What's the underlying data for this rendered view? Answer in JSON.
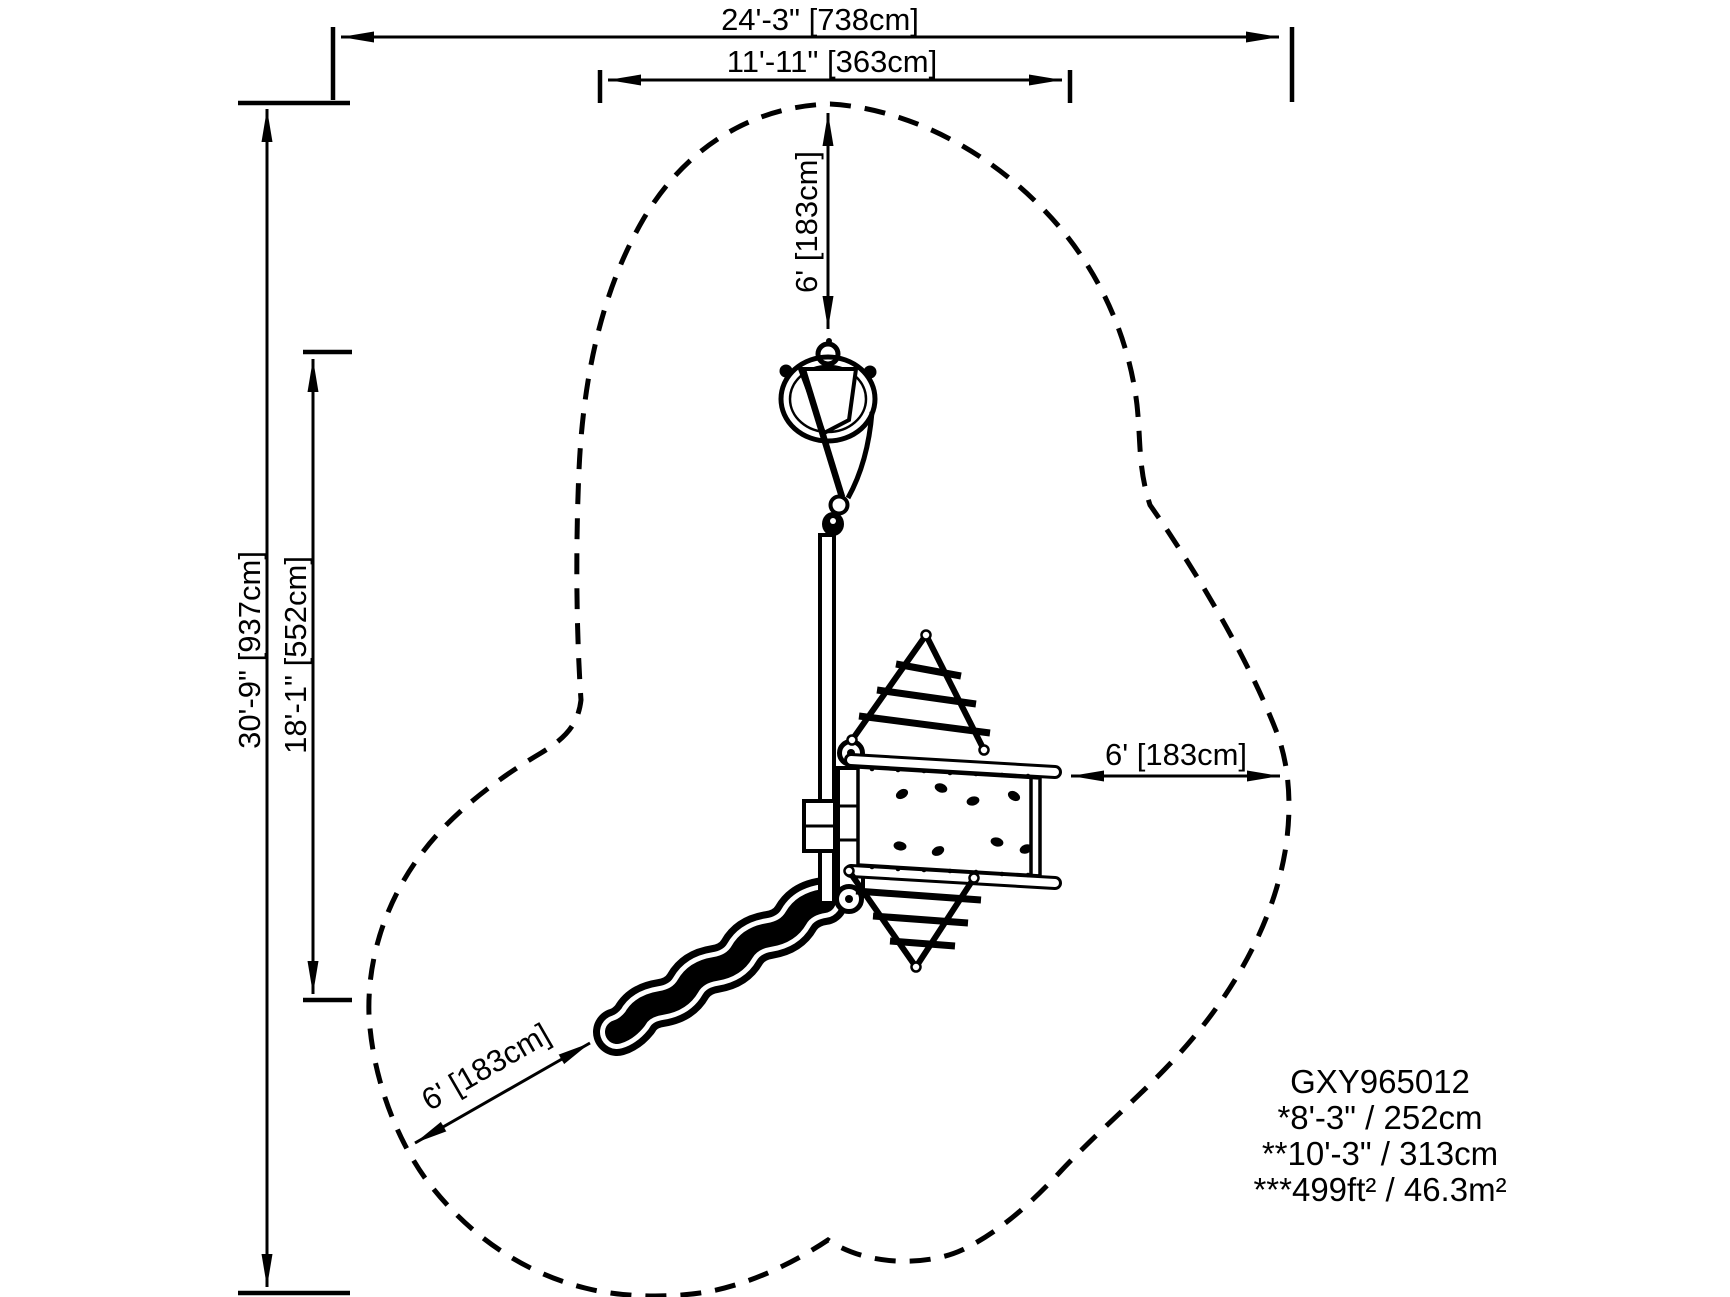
{
  "page": {
    "background": "#ffffff",
    "line_color": "#000000"
  },
  "dimensions": {
    "overall_width": {
      "label": "24'-3\" [738cm]"
    },
    "platform_width": {
      "label": "11'-11\" [363cm]"
    },
    "overall_depth": {
      "label": "30'-9\" [937cm]"
    },
    "inner_depth": {
      "label": "18'-1\" [552cm]"
    },
    "use_zone_top": {
      "label": "6' [183cm]"
    },
    "use_zone_right": {
      "label": "6' [183cm]"
    },
    "use_zone_slide": {
      "label": "6' [183cm]"
    }
  },
  "spec_block": {
    "model_number": "GXY965012",
    "note_deck_height": "*8'-3\" / 252cm",
    "note_overall_height": "**10'-3\" / 313cm",
    "note_use_zone_area": "***499ft² / 46.3m²"
  }
}
